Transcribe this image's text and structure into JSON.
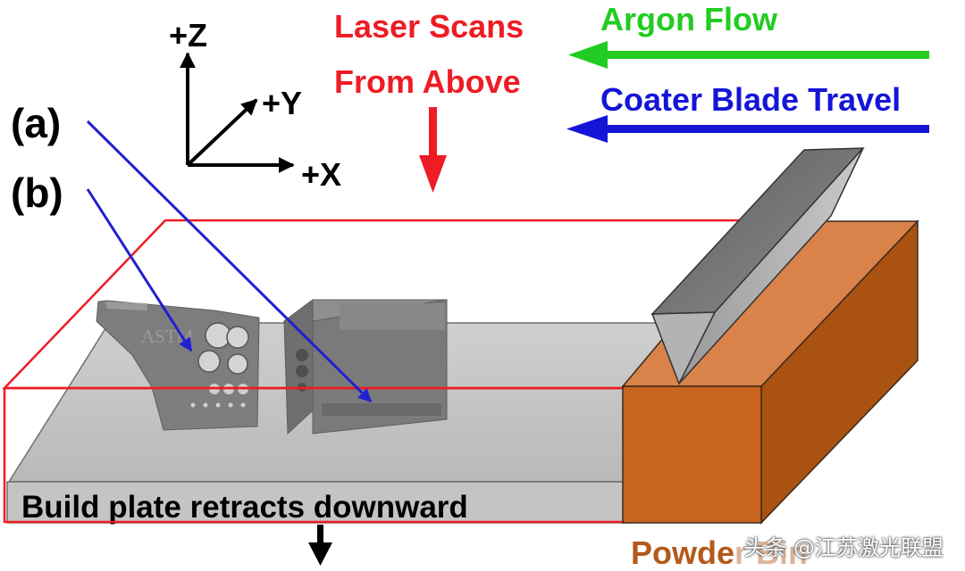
{
  "axes": {
    "z": "+Z",
    "y": "+Y",
    "x": "+X"
  },
  "labels": {
    "a": "(a)",
    "b": "(b)",
    "laser_line1": "Laser Scans",
    "laser_line2": "From Above",
    "argon": "Argon Flow",
    "coater": "Coater Blade Travel",
    "build_plate": "Build plate retracts downward",
    "powder_bin": "Powder Bin"
  },
  "part_text": {
    "astm": "ASTM"
  },
  "watermark": "头条 @江苏激光联盟",
  "colors": {
    "laser": "#ee1c24",
    "argon": "#22cc22",
    "coater": "#1515d8",
    "pointer": "#2020d0",
    "powder": "#c8641e",
    "plate": "#c2c2c2",
    "blade": "#8a8a8a"
  }
}
